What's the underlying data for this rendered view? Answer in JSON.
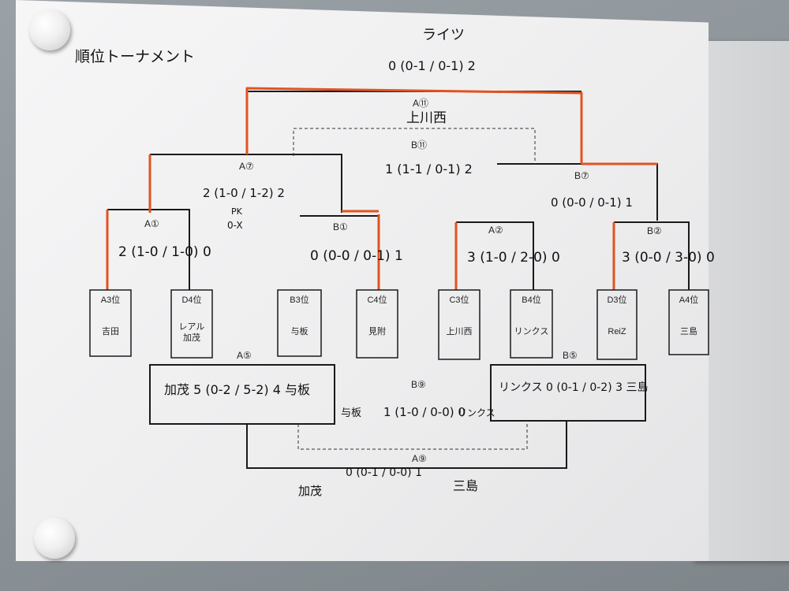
{
  "title": "順位トーナメント",
  "final": {
    "winner": "ライツ",
    "score": "0 (0-1 / 0-1) 2",
    "a11": {
      "label": "A⑪",
      "team": "上川西"
    },
    "b11": {
      "label": "B⑪",
      "score": "1 (1-1 / 0-1) 2"
    }
  },
  "semis": {
    "a7": {
      "label": "A⑦",
      "score": "2 (1-0 / 1-2) 2",
      "pk": "PK",
      "pk_score": "0-X"
    },
    "b7": {
      "label": "B⑦",
      "score": "0 (0-0 / 0-1) 1"
    }
  },
  "round1": {
    "a1": {
      "label": "A①",
      "score": "2 (1-0 / 1-0) 0"
    },
    "b1": {
      "label": "B①",
      "score": "0 (0-0 / 0-1) 1"
    },
    "a2": {
      "label": "A②",
      "score": "3 (1-0 / 2-0) 0"
    },
    "b2": {
      "label": "B②",
      "score": "3 (0-0 / 3-0) 0"
    }
  },
  "seeds": [
    {
      "rank": "A3位",
      "team": "吉田"
    },
    {
      "rank": "D4位",
      "team": "レアル\n加茂"
    },
    {
      "rank": "B3位",
      "team": "与板"
    },
    {
      "rank": "C4位",
      "team": "見附"
    },
    {
      "rank": "C3位",
      "team": "上川西"
    },
    {
      "rank": "B4位",
      "team": "リンクス"
    },
    {
      "rank": "D3位",
      "team": "ReiZ"
    },
    {
      "rank": "A4位",
      "team": "三島"
    }
  ],
  "consolation": {
    "a5": {
      "label": "A⑤",
      "text": "加茂 5 (0-2 / 5-2) 4 与板"
    },
    "b5": {
      "label": "B⑤",
      "text": "リンクス 0 (0-1 / 0-2) 3 三島"
    },
    "b9": {
      "label": "B⑨",
      "left": "与板",
      "score": "1 (1-0 / 0-0) 0",
      "right": "リンクス"
    },
    "a9": {
      "label": "A⑨",
      "score": "0 (0-1 / 0-0) 1",
      "left_team": "加茂",
      "right_team": "三島"
    }
  },
  "colors": {
    "winner_line": "#e2531f",
    "line": "#1a1a1a",
    "paper": "#f1f1f2",
    "board": "#8d9499"
  }
}
